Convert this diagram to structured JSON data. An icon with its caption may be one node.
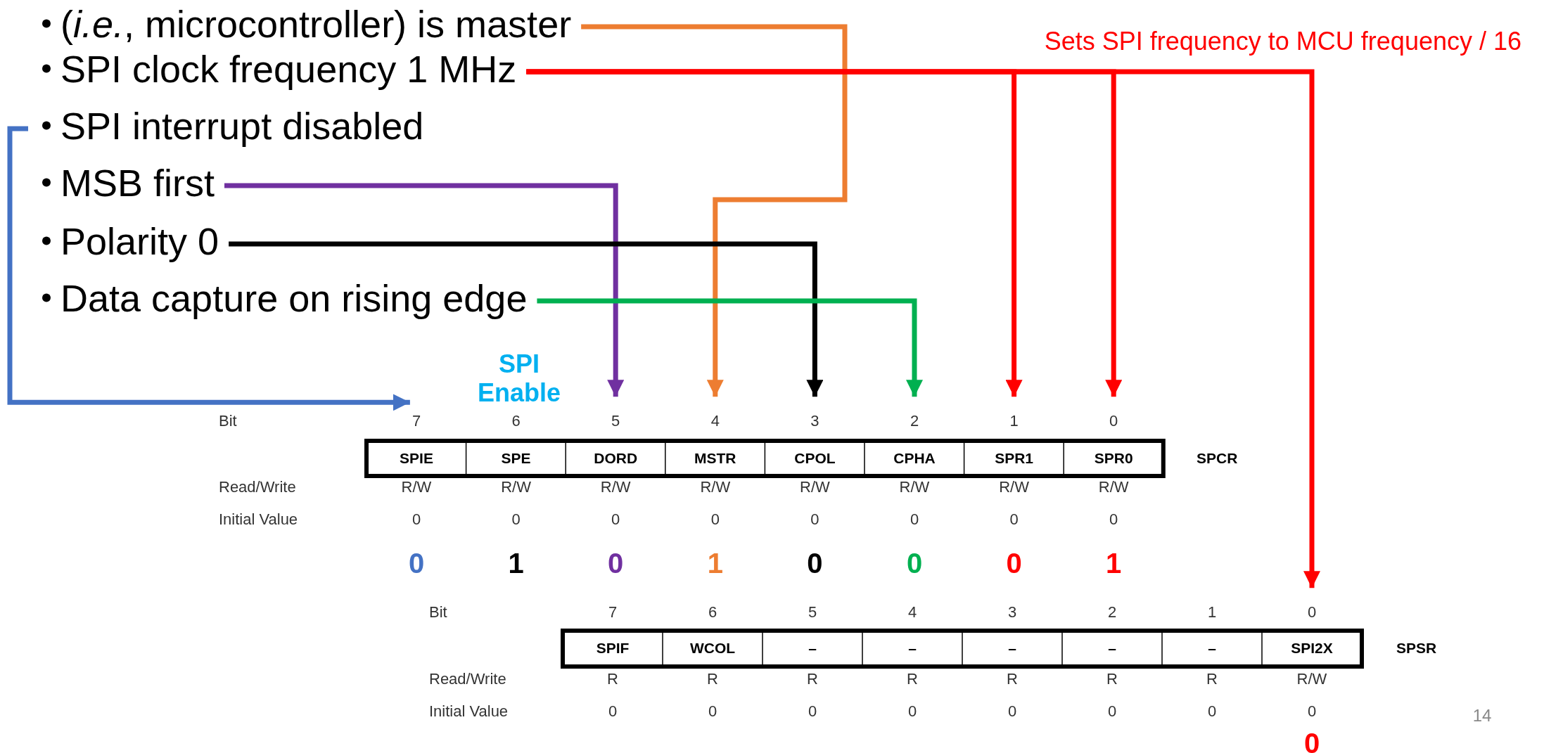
{
  "diagram": {
    "nodes": [
      {
        "text": [
          "(*i.e.*, microcontroller) is master"
        ]
      },
      {
        "text": [
          "SPI clock frequency 1 MHz"
        ]
      },
      {
        "text": [
          "SPI interrupt disabled"
        ]
      },
      {
        "text": [
          "MSB first"
        ]
      },
      {
        "text": [
          "Polarity 0"
        ]
      },
      {
        "text": [
          "Data capture on rising edge"
        ]
      },
      {
        "text": [
          "7"
        ]
      },
      {
        "text": [
          "5"
        ]
      },
      {
        "text": [
          "4"
        ]
      },
      {
        "text": [
          "3"
        ]
      },
      {
        "text": [
          "2"
        ]
      },
      {
        "text": [
          "1"
        ]
      },
      {
        "text": [
          "0"
        ]
      },
      {
        "text": [
          "0"
        ]
      }
    ],
    "edges": [
      {
        "from": 0,
        "to": 8,
        "arrow": "to",
        "color": "#ed7d31"
      },
      {
        "from": 1,
        "to": 11,
        "arrow": "to",
        "color": "#ff0000"
      },
      {
        "from": 1,
        "to": 12,
        "arrow": "to",
        "color": "#ff0000"
      },
      {
        "from": 1,
        "to": 13,
        "arrow": "to",
        "color": "#ff0000"
      },
      {
        "from": 2,
        "to": 6,
        "arrow": "to",
        "color": "#4472c4"
      },
      {
        "from": 3,
        "to": 7,
        "arrow": "to",
        "color": "#7030a0"
      },
      {
        "from": 4,
        "to": 9,
        "arrow": "to",
        "color": "#000000"
      },
      {
        "from": 5,
        "to": 10,
        "arrow": "to",
        "color": "#00b050"
      }
    ],
    "labels": [
      "Sets SPI frequency to MCU frequency / 16",
      "SPI Enable",
      "Bit",
      "6",
      "SPIE",
      "SPE",
      "DORD",
      "MSTR",
      "CPOL",
      "CPHA",
      "SPR1",
      "SPR0",
      "SPCR",
      "Read/Write",
      "R/W",
      "R/W",
      "R/W",
      "R/W",
      "R/W",
      "R/W",
      "R/W",
      "R/W",
      "Initial Value",
      "0",
      "0",
      "0",
      "0",
      "0",
      "0",
      "0",
      "0",
      "0",
      "1",
      "0",
      "1",
      "0",
      "0",
      "0",
      "1",
      "Bit",
      "7",
      "6",
      "5",
      "4",
      "3",
      "2",
      "1",
      "SPIF",
      "WCOL",
      "–",
      "–",
      "–",
      "–",
      "–",
      "SPI2X",
      "SPSR",
      "Read/Write",
      "R",
      "R",
      "R",
      "R",
      "R",
      "R",
      "R",
      "R/W",
      "Initial Value",
      "0",
      "0",
      "0",
      "0",
      "0",
      "0",
      "0",
      "0",
      "0",
      "14"
    ]
  }
}
